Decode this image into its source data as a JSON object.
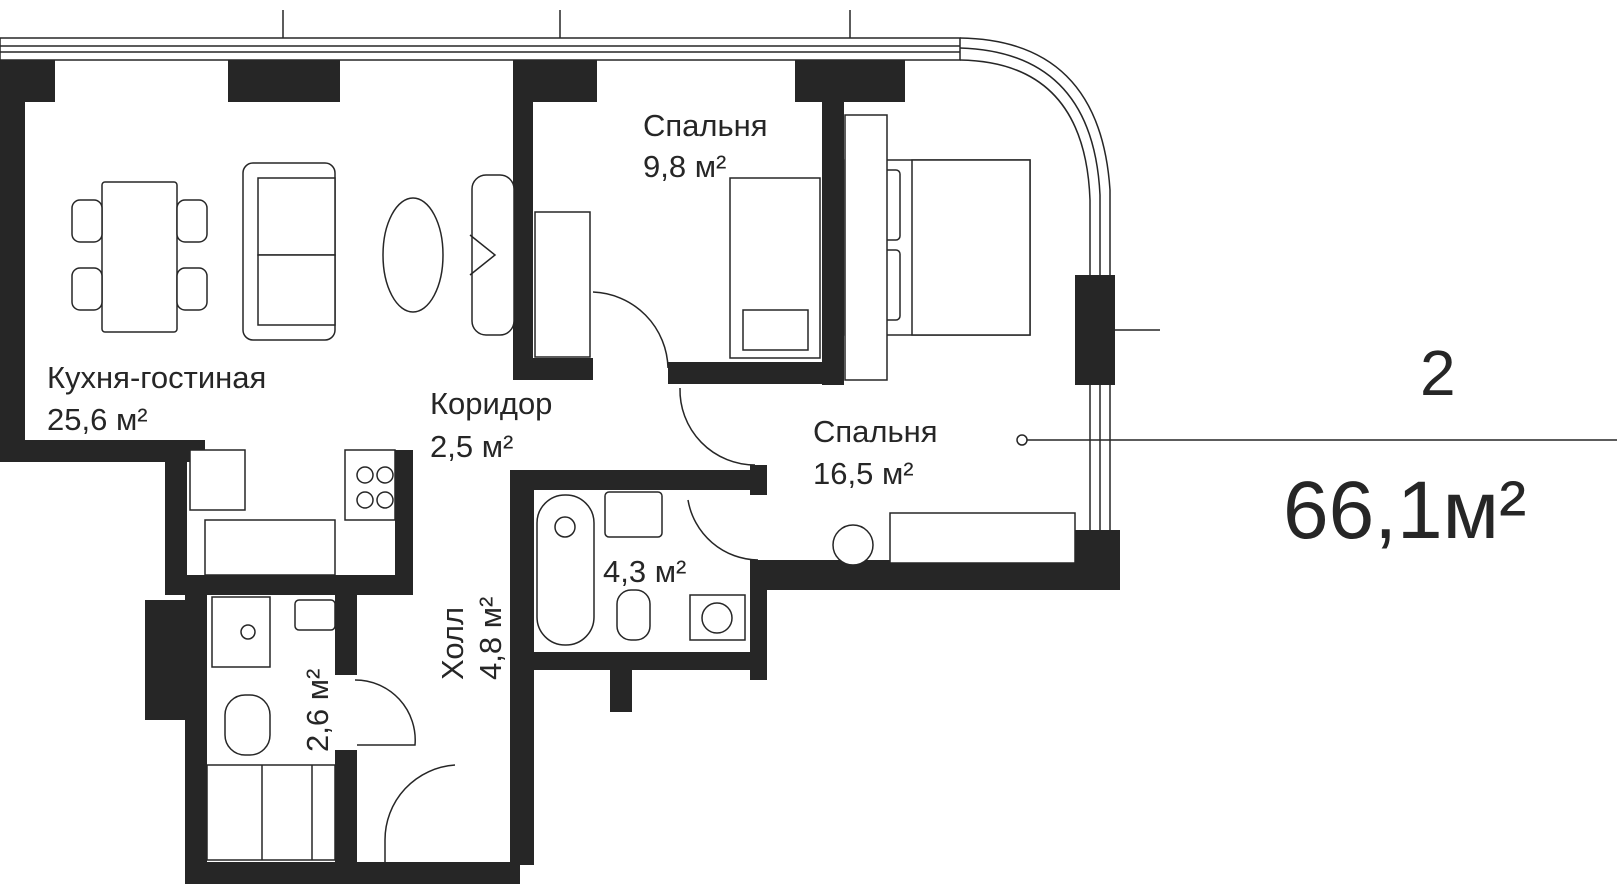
{
  "apartment": {
    "rooms_count": "2",
    "total_area": "66,1м²"
  },
  "rooms": {
    "living": {
      "name": "Кухня-гостиная",
      "area": "25,6 м²"
    },
    "corridor": {
      "name": "Коридор",
      "area": "2,5 м²"
    },
    "bedroom_small": {
      "name": "Спальня",
      "area": "9,8 м²"
    },
    "bedroom_large": {
      "name": "Спальня",
      "area": "16,5 м²"
    },
    "bathroom": {
      "area": "4,3 м²"
    },
    "hall": {
      "name": "Холл",
      "area": "4,8 м²"
    },
    "wc": {
      "area": "2,6 м²"
    }
  },
  "colors": {
    "wall": "#262626",
    "background": "#ffffff"
  }
}
